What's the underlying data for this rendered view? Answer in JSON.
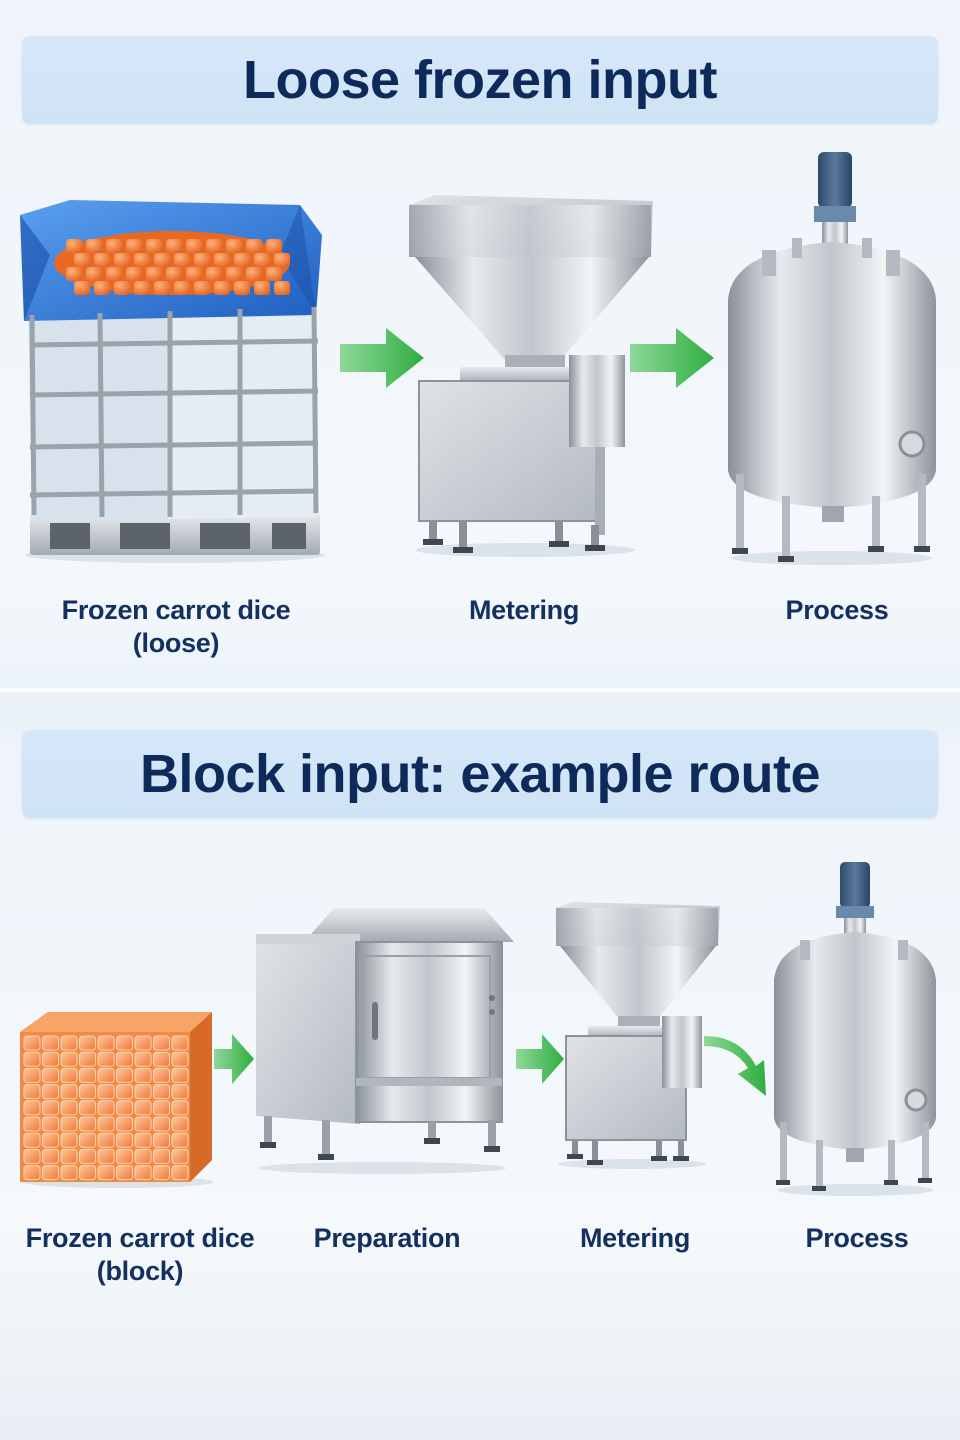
{
  "sections": [
    {
      "title": "Loose frozen input",
      "steps": [
        {
          "label_line1": "Frozen carrot dice",
          "label_line2": "(loose)",
          "icon": "bulk-bag-icon"
        },
        {
          "label_line1": "Metering",
          "icon": "metering-hopper-icon"
        },
        {
          "label_line1": "Process",
          "icon": "process-tank-icon"
        }
      ]
    },
    {
      "title": "Block input: example route",
      "steps": [
        {
          "label_line1": "Frozen carrot dice",
          "label_line2": "(block)",
          "icon": "frozen-block-icon"
        },
        {
          "label_line1": "Preparation",
          "icon": "preparation-machine-icon"
        },
        {
          "label_line1": "Metering",
          "icon": "metering-hopper-icon"
        },
        {
          "label_line1": "Process",
          "icon": "process-tank-icon"
        }
      ]
    }
  ],
  "colors": {
    "banner": "#cfe3f6",
    "title": "#0e2a5a",
    "label": "#14305f",
    "arrow": "#3cb54a",
    "carrot": "#f07a2a",
    "bag": "#2f7fe0",
    "steel": "#c4cad0"
  }
}
